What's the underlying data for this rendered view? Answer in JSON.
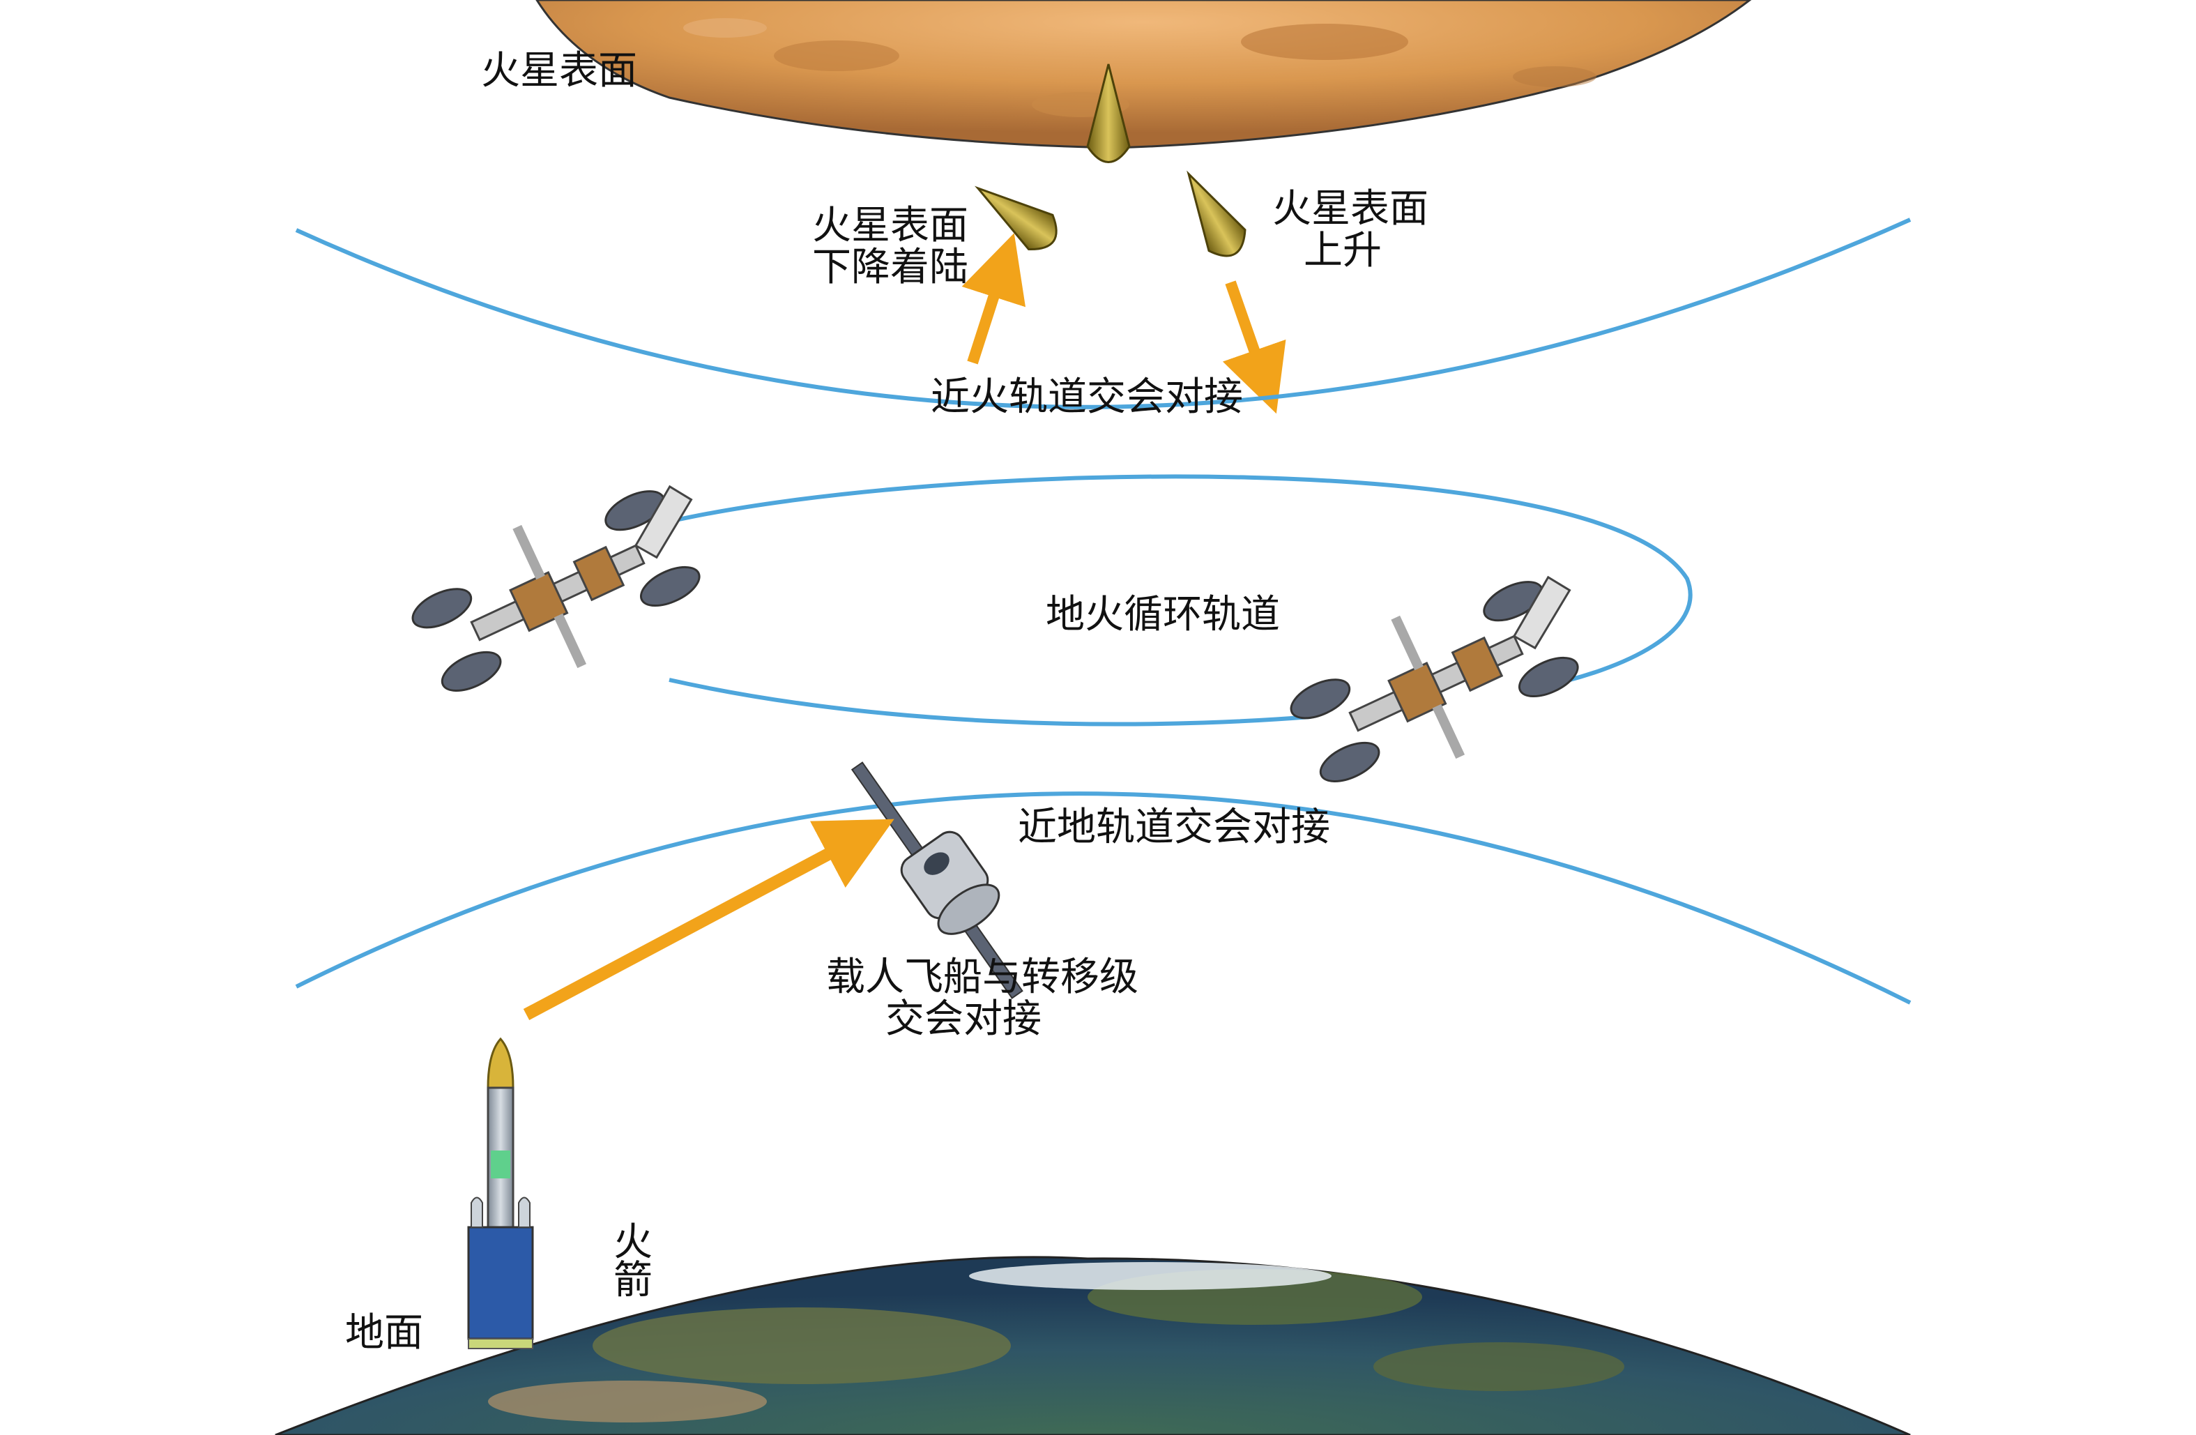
{
  "labels": {
    "mars_surface": "火星表面",
    "mars_descent_line1": "火星表面",
    "mars_descent_line2": "下降着陆",
    "mars_ascent_line1": "火星表面",
    "mars_ascent_line2": "上升",
    "near_mars_rendezvous": "近火轨道交会对接",
    "earth_mars_cycler_orbit": "地火循环轨道",
    "near_earth_rendezvous": "近地轨道交会对接",
    "crew_ship_line1": "载人飞船与转移级",
    "crew_ship_line2": "交会对接",
    "rocket_line1": "火",
    "rocket_line2": "箭",
    "ground": "地面"
  },
  "colors": {
    "orbit_line": "#4ea6dc",
    "arrow": "#f2a31a",
    "mars": "#d9974f",
    "earth_ocean": "#2b4f6b",
    "earth_land": "#5b6e3d",
    "spacecraft_panel": "#5b6373",
    "lander": "#b89a2c"
  }
}
